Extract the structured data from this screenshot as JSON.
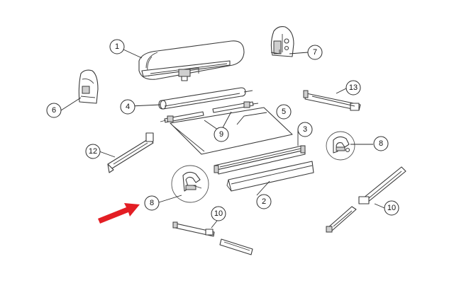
{
  "callouts": [
    {
      "id": "c1",
      "label": "1"
    },
    {
      "id": "c2",
      "label": "2"
    },
    {
      "id": "c3",
      "label": "3"
    },
    {
      "id": "c4",
      "label": "4"
    },
    {
      "id": "c5",
      "label": "5"
    },
    {
      "id": "c6",
      "label": "6"
    },
    {
      "id": "c7",
      "label": "7"
    },
    {
      "id": "c8a",
      "label": "8"
    },
    {
      "id": "c8b",
      "label": "8"
    },
    {
      "id": "c9",
      "label": "9"
    },
    {
      "id": "c10a",
      "label": "10"
    },
    {
      "id": "c10b",
      "label": "10"
    },
    {
      "id": "c12",
      "label": "12"
    },
    {
      "id": "c13",
      "label": "13"
    }
  ],
  "highlight": {
    "target": "8",
    "color": "#e31e24"
  }
}
